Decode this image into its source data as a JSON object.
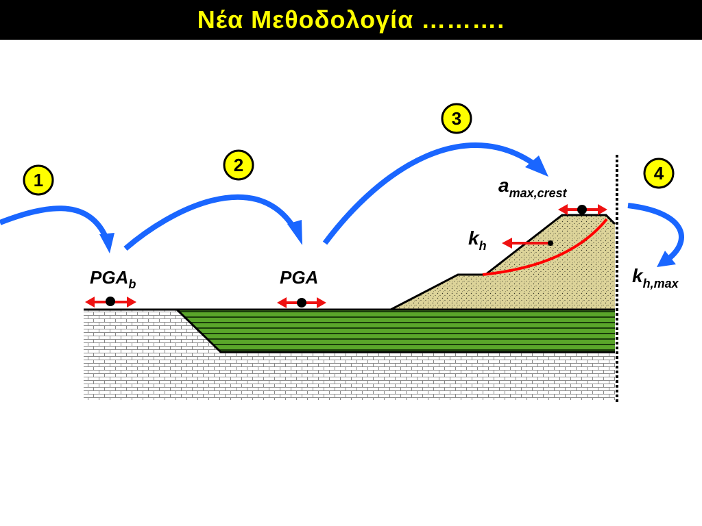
{
  "title": "Νέα Μεθοδολογία ……….",
  "steps": [
    "1",
    "2",
    "3",
    "4"
  ],
  "labels": {
    "pga_b": {
      "main": "PGA",
      "sub": "b"
    },
    "pga": {
      "main": "PGA"
    },
    "a_max_crest": {
      "main": "a",
      "sub": "max,crest"
    },
    "k_h": {
      "main": "k",
      "sub": "h"
    },
    "k_h_max": {
      "main": "k",
      "sub": "h,max"
    }
  },
  "colors": {
    "title_bg": "#000000",
    "title_text": "#ffff00",
    "flow_arrow": "#1a66ff",
    "motion_arrow": "#ee1111",
    "step_circle": "#ffff00",
    "rock_layer": "#ffffff",
    "soft_layer": "#5aa62a",
    "embankment": "#ddd49a",
    "failure_surface": "#ff0000"
  }
}
